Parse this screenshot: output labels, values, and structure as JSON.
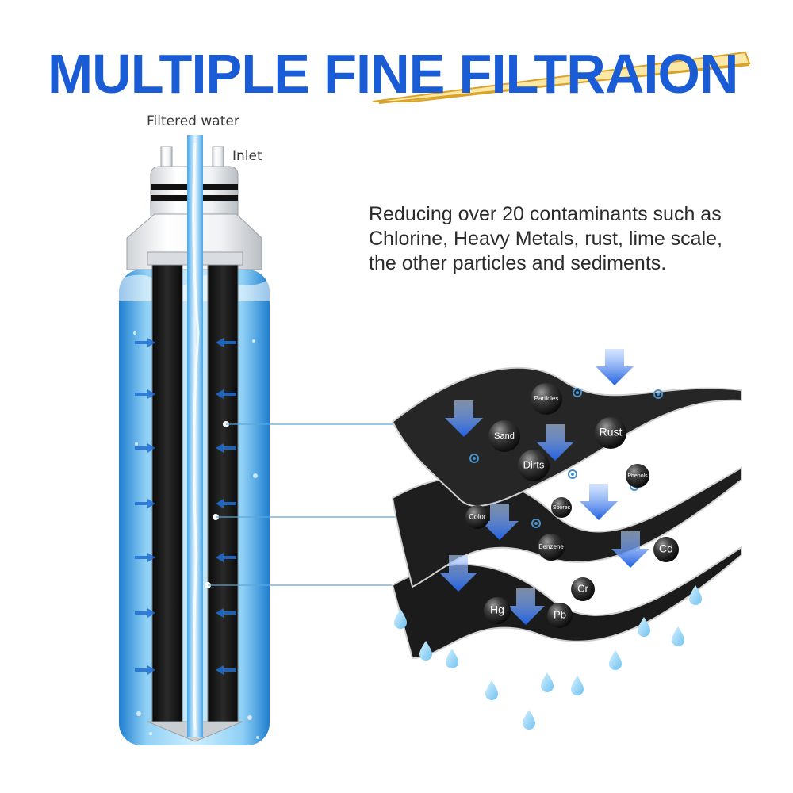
{
  "title": "MULTIPLE FINE FILTRAION",
  "labels": {
    "filtered_water": "Filtered  water",
    "inlet": "Inlet"
  },
  "description": {
    "lines": [
      "Reducing over 20 contaminants such as",
      "Chlorine, Heavy Metals, rust, lime scale,",
      "the other particles and sediments."
    ]
  },
  "layers": {
    "top": [
      "Particles",
      "Sand",
      "Rust",
      "Dirts"
    ],
    "middle": [
      "Color",
      "Spores",
      "Phenols",
      "Benzene"
    ],
    "bottom": [
      "Cd",
      "Cr",
      "Hg",
      "Pb"
    ]
  },
  "colors": {
    "title_blue": "#1a5bd6",
    "title_underline_gold": "#d9a22a",
    "water_blue": "#2f8fd8",
    "arrow_blue": "#1f5fe0",
    "layer_black": "#1b1b1b"
  },
  "icons": {
    "flow_arrow": "flow-arrow-icon",
    "water_drop": "water-drop-icon",
    "particle": "particle-icon"
  }
}
